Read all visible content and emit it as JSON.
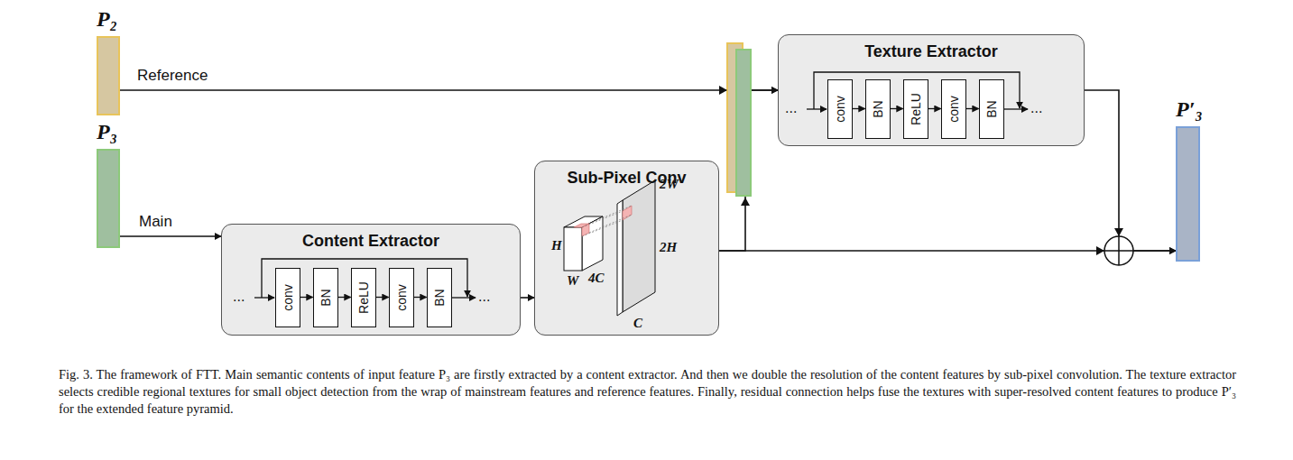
{
  "diagram": {
    "caption": "Fig. 3. The framework of FTT. Main semantic contents of input feature P₃ are firstly extracted by a content extractor. And then we double the resolution of the content features by sub-pixel convolution. The texture extractor selects credible regional textures for small object detection from the wrap of mainstream features and reference features. Finally, residual connection helps fuse the textures with super-resolved content features to produce P′₃ for the extended feature pyramid.",
    "nodes": [
      {
        "text": [
          "P₂"
        ]
      },
      {
        "text": [
          "P₃"
        ]
      },
      {
        "text": [
          "Content Extractor"
        ]
      },
      {
        "text": [
          "conv"
        ],
        "in": 2
      },
      {
        "text": [
          "BN"
        ],
        "in": 2
      },
      {
        "text": [
          "ReLU"
        ],
        "in": 2
      },
      {
        "text": [
          "conv"
        ],
        "in": 2
      },
      {
        "text": [
          "BN"
        ],
        "in": 2
      },
      {
        "text": [
          "Sub-Pixel Conv"
        ]
      },
      {
        "text": [
          "Texture Extractor"
        ]
      },
      {
        "text": [
          "conv"
        ],
        "in": 9
      },
      {
        "text": [
          "BN"
        ],
        "in": 9
      },
      {
        "text": [
          "ReLU"
        ],
        "in": 9
      },
      {
        "text": [
          "conv"
        ],
        "in": 9
      },
      {
        "text": [
          "BN"
        ],
        "in": 9
      },
      {
        "text": [
          "P′₃"
        ]
      }
    ],
    "edges": [
      {
        "from": 0,
        "to": 9,
        "label": "Reference",
        "arrow": "to"
      },
      {
        "from": 1,
        "to": 2,
        "label": "Main",
        "arrow": "to"
      },
      {
        "from": 2,
        "to": 8,
        "arrow": "to"
      },
      {
        "from": 8,
        "to": 9,
        "arrow": "to"
      },
      {
        "from": 9,
        "to": 15,
        "arrow": "to"
      },
      {
        "from": 8,
        "to": 15,
        "arrow": "to"
      },
      {
        "from": 3,
        "to": 4,
        "arrow": "to"
      },
      {
        "from": 4,
        "to": 5,
        "arrow": "to"
      },
      {
        "from": 5,
        "to": 6,
        "arrow": "to"
      },
      {
        "from": 6,
        "to": 7,
        "arrow": "to"
      },
      {
        "from": 10,
        "to": 11,
        "arrow": "to"
      },
      {
        "from": 11,
        "to": 12,
        "arrow": "to"
      },
      {
        "from": 12,
        "to": 13,
        "arrow": "to"
      },
      {
        "from": 13,
        "to": 14,
        "arrow": "to"
      }
    ],
    "labels": [
      "...",
      "...",
      "H",
      "W",
      "4C",
      "2W",
      "2H",
      "C",
      "...",
      "..."
    ]
  }
}
